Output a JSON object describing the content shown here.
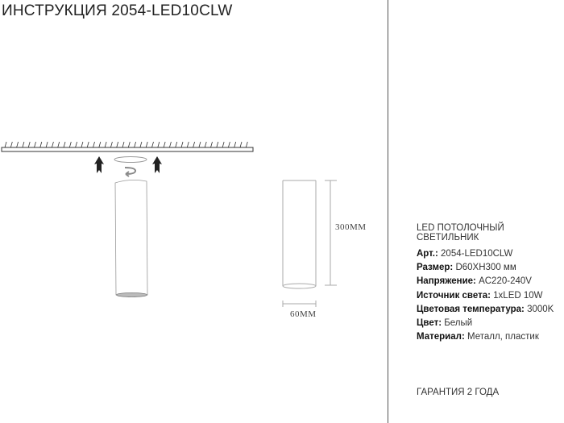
{
  "title": "ИНСТРУКЦИЯ 2054-LED10CLW",
  "drawing": {
    "height_label": "300MM",
    "width_label": "60MM"
  },
  "product_type": "LED ПОТОЛОЧНЫЙ СВЕТИЛЬНИК",
  "specs": [
    {
      "label": "Арт.:",
      "value": "2054-LED10CLW"
    },
    {
      "label": "Размер:",
      "value": "D60XH300 мм"
    },
    {
      "label": "Напряжение:",
      "value": "AC220-240V"
    },
    {
      "label": "Источник света:",
      "value": "1xLED 10W"
    },
    {
      "label": "Цветовая температура:",
      "value": "3000K"
    },
    {
      "label": "Цвет:",
      "value": "Белый"
    },
    {
      "label": "Материал:",
      "value": "Металл, пластик"
    }
  ],
  "warranty": "ГАРАНТИЯ 2 ГОДА"
}
